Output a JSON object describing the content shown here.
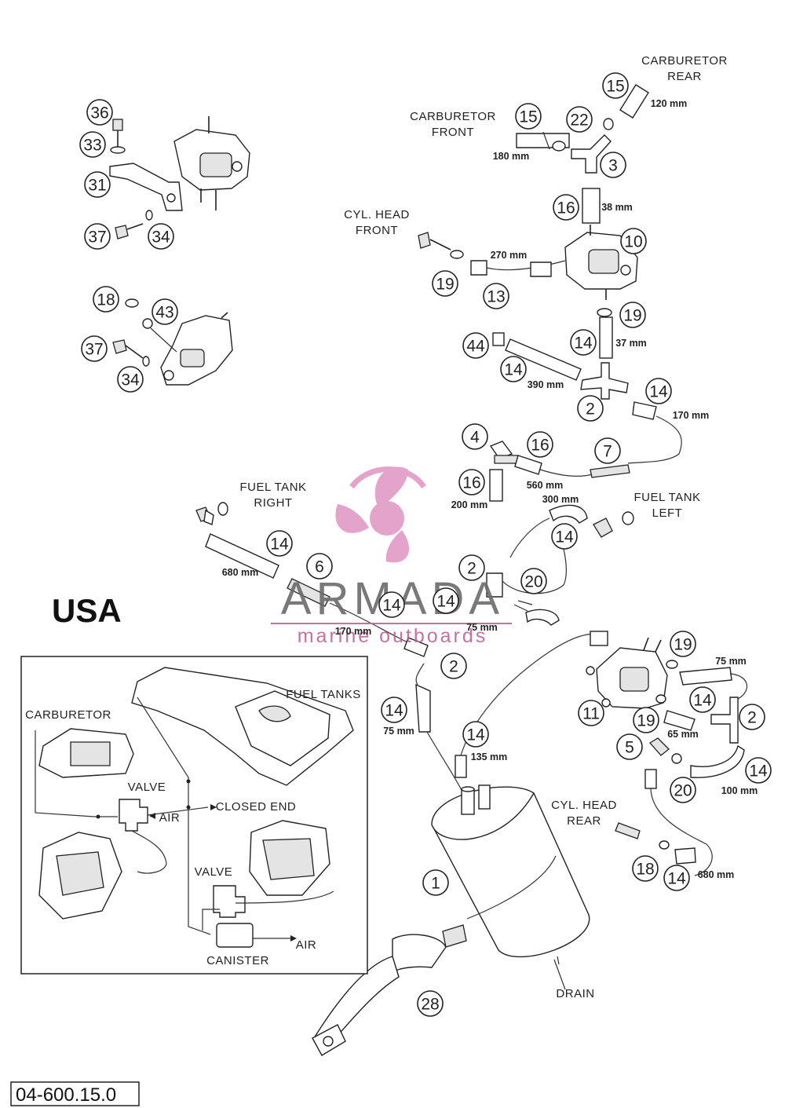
{
  "region_label": "USA",
  "drawing_code": "04-600.15.0",
  "watermark": {
    "brand": "ARMADA",
    "tagline": "marine outboards",
    "color": "#e29ac6"
  },
  "callouts": [
    "36",
    "33",
    "31",
    "37",
    "34",
    "18",
    "43",
    "37",
    "34",
    "15",
    "22",
    "3",
    "15",
    "16",
    "10",
    "19",
    "13",
    "19",
    "14",
    "44",
    "14",
    "2",
    "14",
    "4",
    "16",
    "7",
    "16",
    "14",
    "6",
    "14",
    "2",
    "20",
    "14",
    "2",
    "14",
    "14",
    "11",
    "19",
    "14",
    "19",
    "2",
    "5",
    "20",
    "14",
    "14",
    "18",
    "14",
    "1",
    "28"
  ],
  "labels": {
    "carb_rear": [
      "CARBURETOR",
      "REAR"
    ],
    "carb_front": [
      "CARBURETOR",
      "FRONT"
    ],
    "cyl_head_front": [
      "CYL. HEAD",
      "FRONT"
    ],
    "fuel_tank_right": [
      "FUEL TANK",
      "RIGHT"
    ],
    "fuel_tank_left": [
      "FUEL TANK",
      "LEFT"
    ],
    "cyl_head_rear": [
      "CYL. HEAD",
      "REAR"
    ],
    "drain": "DRAIN"
  },
  "dimensions": [
    "120 mm",
    "180 mm",
    "38 mm",
    "270 mm",
    "37 mm",
    "390 mm",
    "170 mm",
    "560 mm",
    "300 mm",
    "200 mm",
    "680 mm",
    "75 mm",
    "170 mm",
    "75 mm",
    "75 mm",
    "135 mm",
    "65 mm",
    "100 mm",
    "680 mm"
  ],
  "inset": {
    "fuel_tanks": "FUEL TANKS",
    "carburetor": "CARBURETOR",
    "valve_top": "VALVE",
    "air_top": "AIR",
    "closed_end": "CLOSED END",
    "valve_bottom": "VALVE",
    "canister": "CANISTER",
    "air_bottom": "AIR"
  }
}
